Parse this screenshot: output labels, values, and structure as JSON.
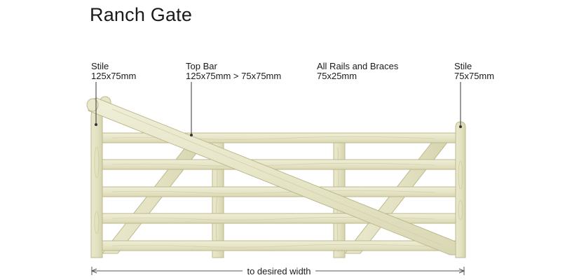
{
  "title": "Ranch Gate",
  "labels": [
    {
      "id": "stile-left",
      "line1": "Stile",
      "line2": "125x75mm"
    },
    {
      "id": "top-bar",
      "line1": "Top Bar",
      "line2": "125x75mm > 75x75mm"
    },
    {
      "id": "rails-braces",
      "line1": "All Rails and Braces",
      "line2": "75x25mm"
    },
    {
      "id": "stile-right",
      "line1": "Stile",
      "line2": "75x75mm"
    }
  ],
  "dimension": {
    "label": "to desired width"
  },
  "colors": {
    "wood_fill": "#e4e3c4",
    "wood_light": "#eeeed6",
    "wood_edge": "#b9b68a",
    "grain": "#cfcca4",
    "leader": "#333333",
    "dimension_line": "#555555"
  }
}
